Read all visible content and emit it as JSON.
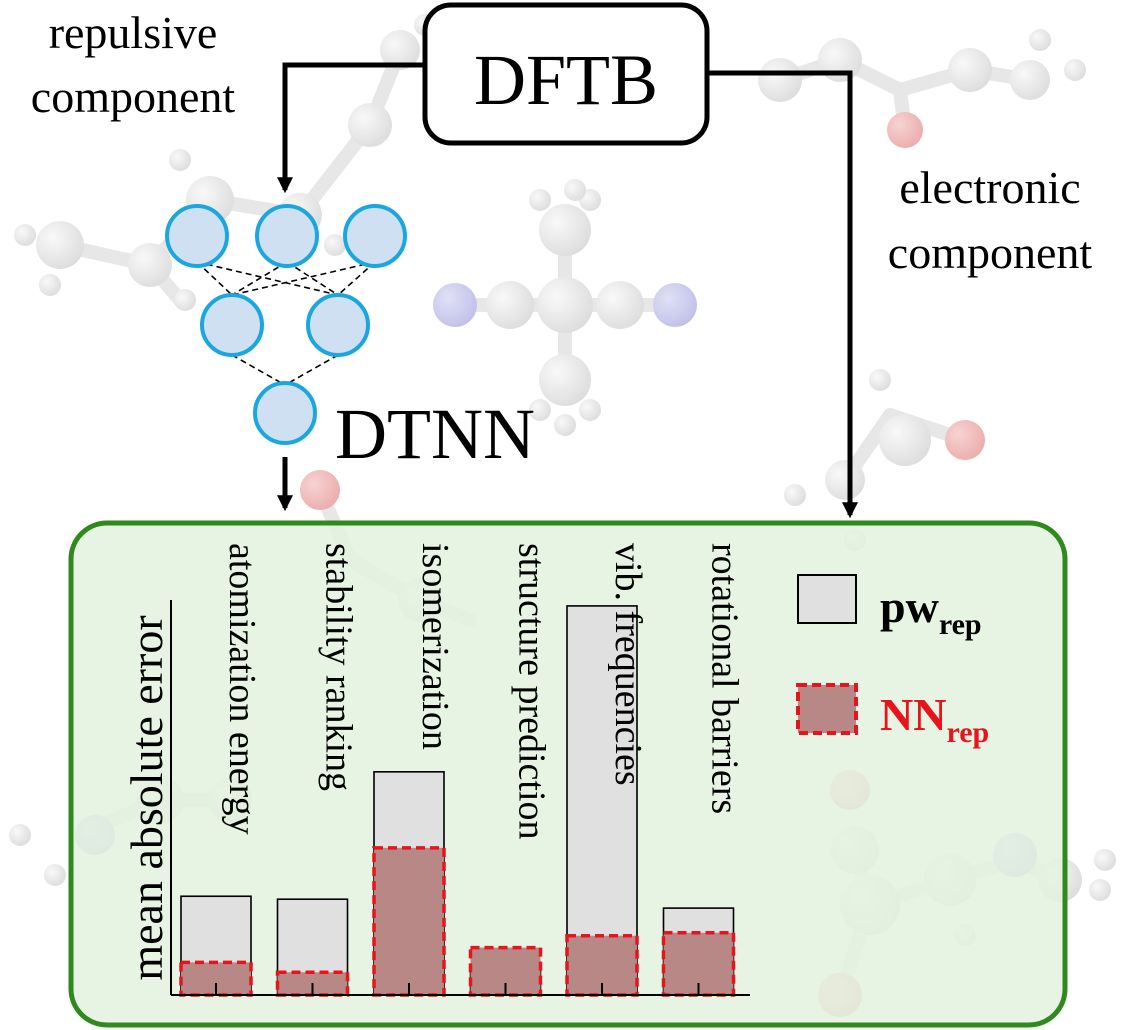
{
  "labels": {
    "repulsive_line1": "repulsive",
    "repulsive_line2": "component",
    "dftb": "DFTB",
    "electronic_line1": "electronic",
    "electronic_line2": "component",
    "dtnn": "DTNN"
  },
  "colors": {
    "panel_fill": "#e3f1de",
    "panel_border": "#2f8a1e",
    "node_fill": "#cfe0f3",
    "node_stroke": "#1aa7e0",
    "pw_fill": "#e0e0e0",
    "nn_fill": "#b88886",
    "nn_dash": "#e8141b",
    "legend_nn_text": "#e8141b"
  },
  "chart_data": {
    "type": "bar",
    "ylabel": "mean absolute error",
    "categories": [
      "atomization energy",
      "stability ranking",
      "isomerization",
      "structure prediction",
      "vib. frequencies",
      "rotational barriers"
    ],
    "ylim": [
      0,
      400
    ],
    "series": [
      {
        "name_main": "pw",
        "name_sub": "rep",
        "values": [
          100,
          97,
          226,
          30,
          394,
          88
        ]
      },
      {
        "name_main": "NN",
        "name_sub": "rep",
        "values": [
          33,
          23,
          149,
          48,
          60,
          63
        ]
      }
    ]
  }
}
